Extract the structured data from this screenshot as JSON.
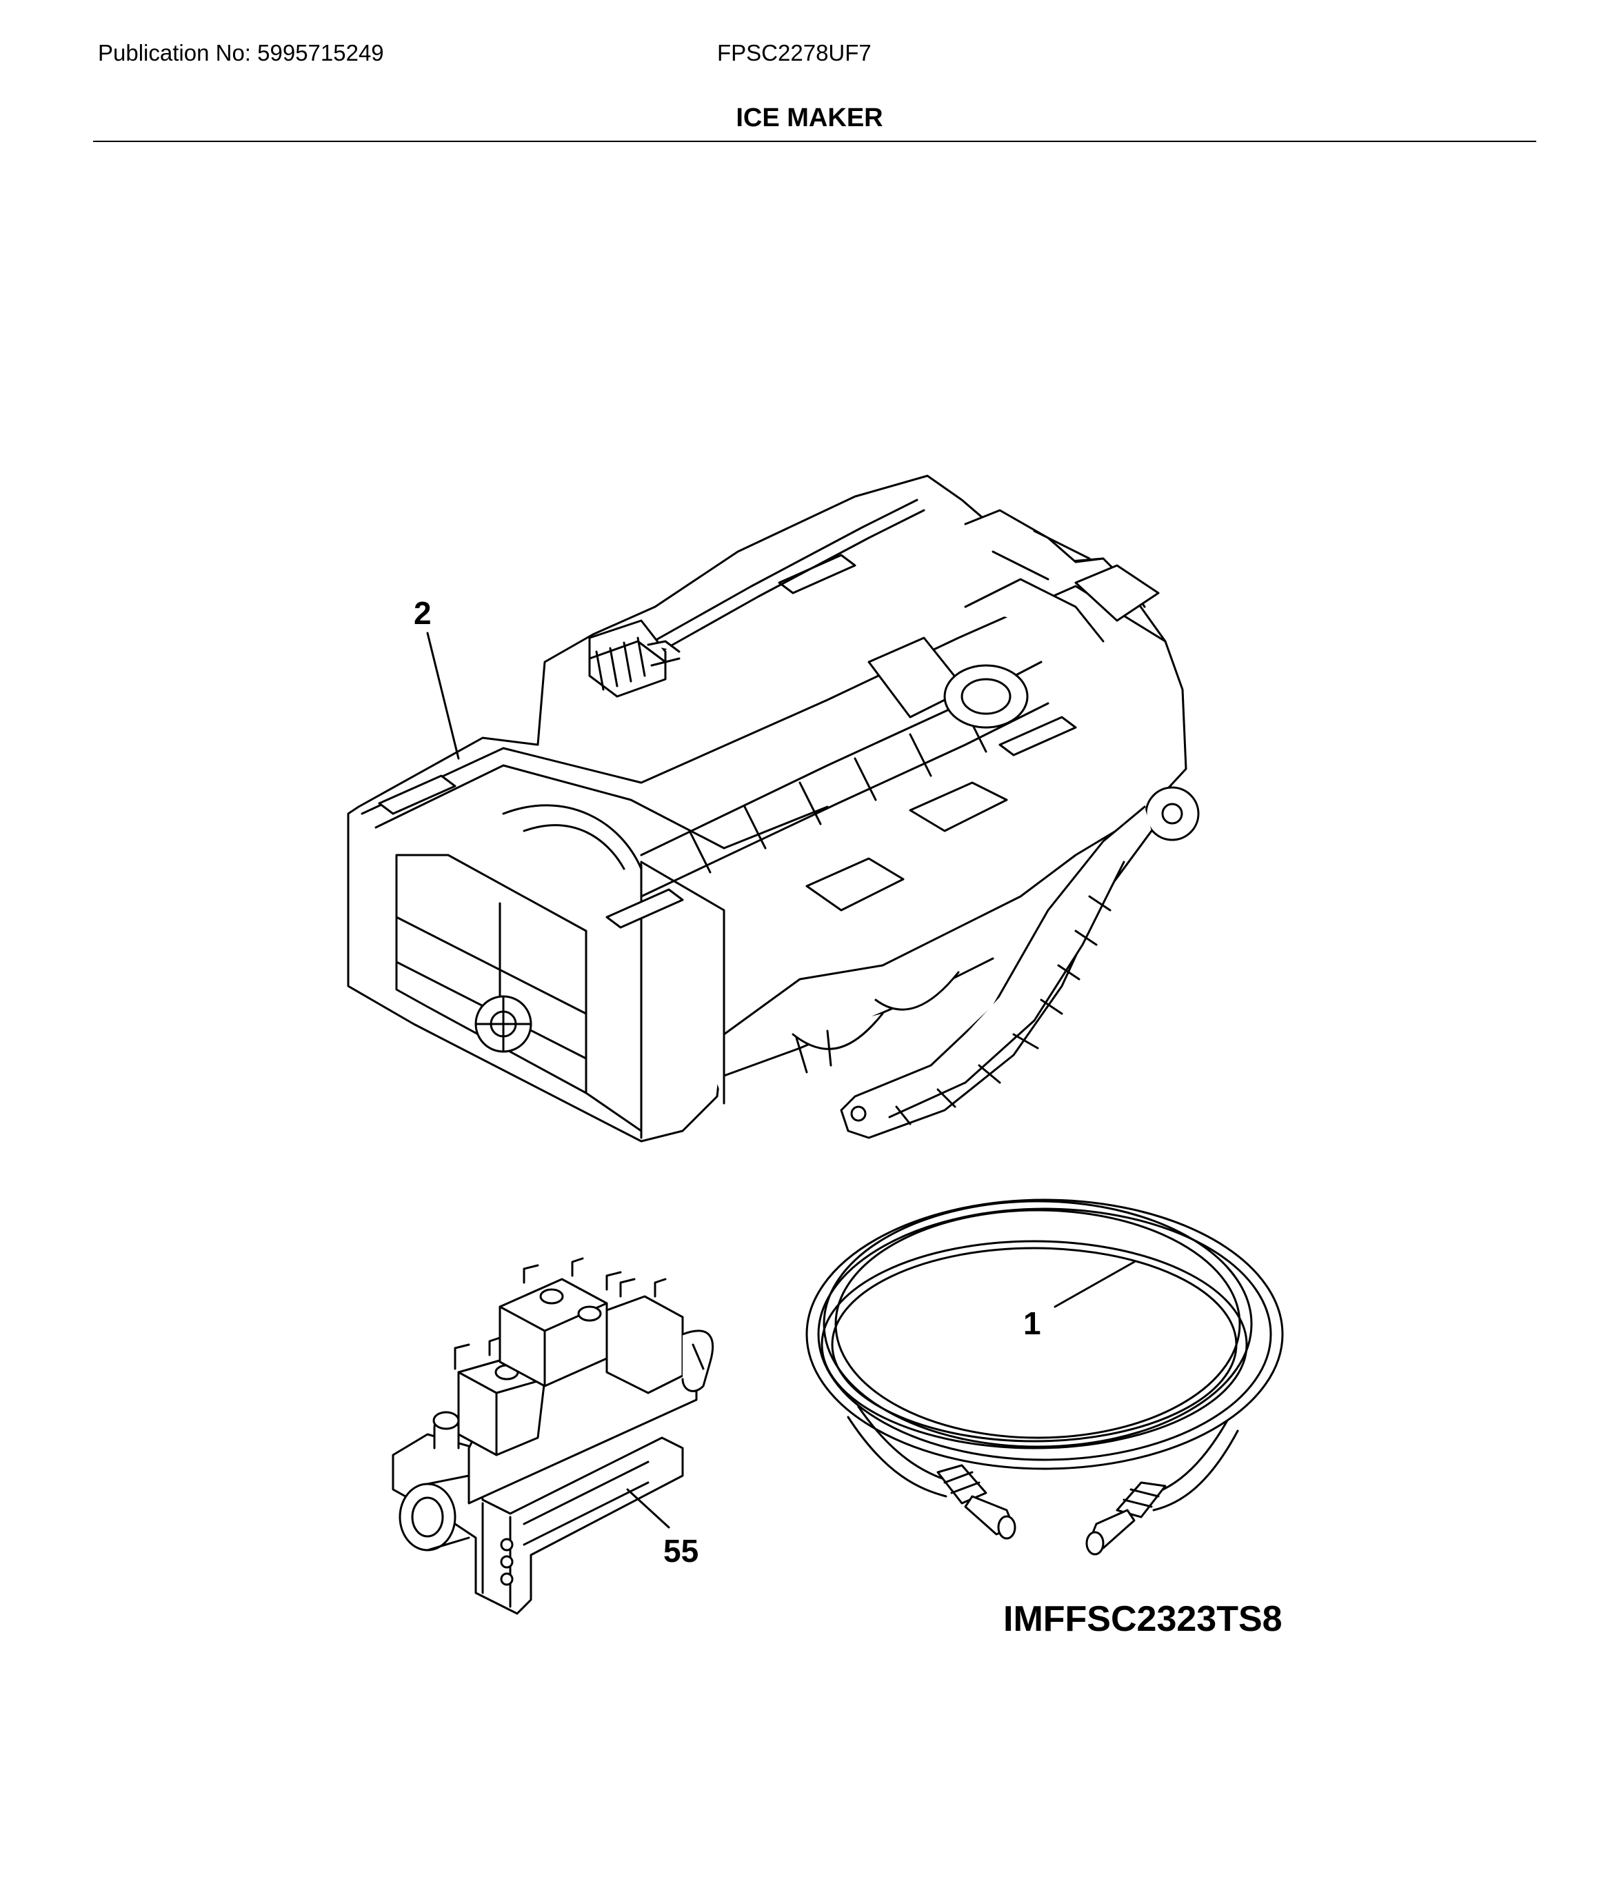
{
  "header": {
    "publication": "Publication No: 5995715249",
    "model": "FPSC2278UF7",
    "section_title": "ICE MAKER"
  },
  "callouts": {
    "ice_maker": "2",
    "water_valve": "55",
    "water_line": "1"
  },
  "diagram_code": "IMFFSC2323TS8",
  "colors": {
    "ink": "#000000",
    "paper": "#ffffff"
  }
}
